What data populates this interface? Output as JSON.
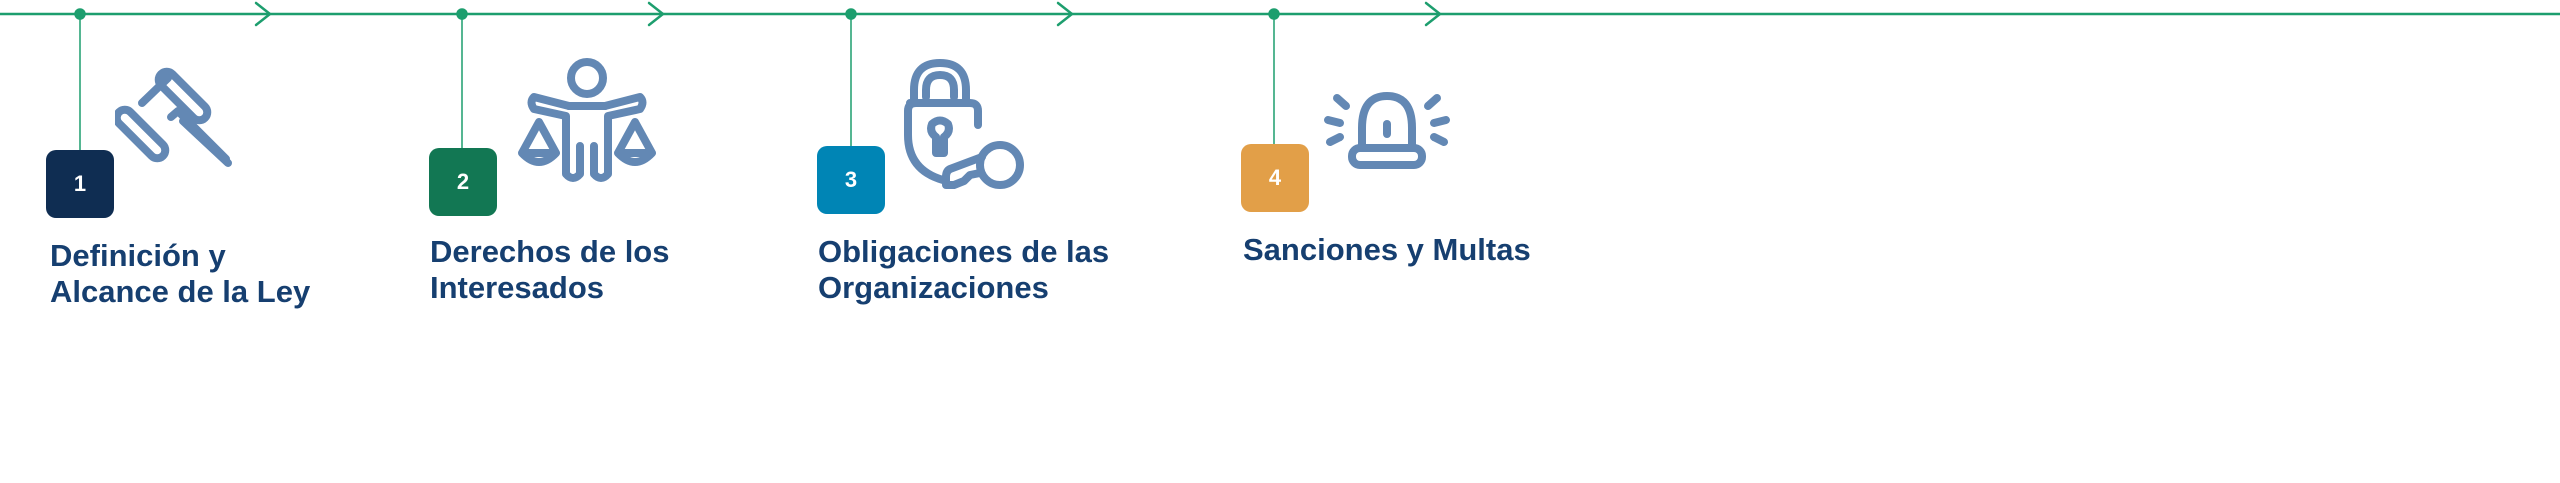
{
  "colors": {
    "line": "#1d9e6e",
    "icon": "#6388b4",
    "title": "#163f70"
  },
  "steps": [
    {
      "number": "1",
      "title": "Definición y Alcance de la Ley",
      "color": "#0f2d52",
      "icon": "gavel-icon"
    },
    {
      "number": "2",
      "title": "Derechos de los Interesados",
      "color": "#127753",
      "icon": "scales-icon"
    },
    {
      "number": "3",
      "title": "Obligaciones de las Organizaciones",
      "color": "#0085b5",
      "icon": "lock-key-icon"
    },
    {
      "number": "4",
      "title": "Sanciones y Multas",
      "color": "#e29f48",
      "icon": "siren-icon"
    }
  ]
}
